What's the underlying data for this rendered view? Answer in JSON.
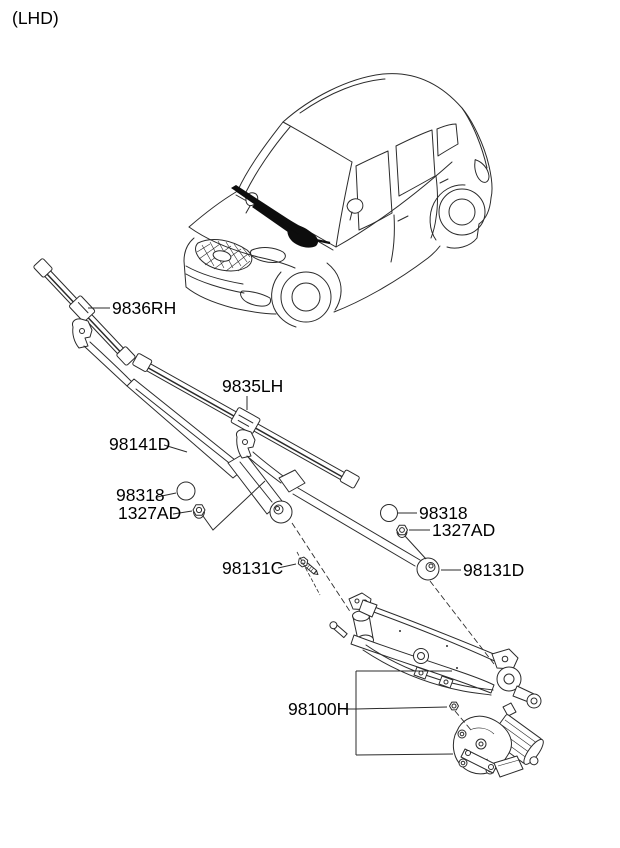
{
  "note": {
    "text": "(LHD)"
  },
  "colors": {
    "background": "#ffffff",
    "line": "#2b2b2b",
    "text": "#000000"
  },
  "labels": [
    {
      "part": "wiper-blade-right",
      "text": "9836RH"
    },
    {
      "part": "wiper-blade-left",
      "text": "9835LH"
    },
    {
      "part": "wiper-arm-driver",
      "text": "98141D"
    },
    {
      "part": "pivot-cap-left",
      "text": "98318"
    },
    {
      "part": "pivot-nut-left",
      "text": "1327AD"
    },
    {
      "part": "linkage-bolt",
      "text": "98131C"
    },
    {
      "part": "pivot-cap-right",
      "text": "98318"
    },
    {
      "part": "pivot-nut-right",
      "text": "1327AD"
    },
    {
      "part": "wiper-arm-passenger",
      "text": "98131D"
    },
    {
      "part": "wiper-motor-and-linkage",
      "text": "98100H"
    }
  ]
}
